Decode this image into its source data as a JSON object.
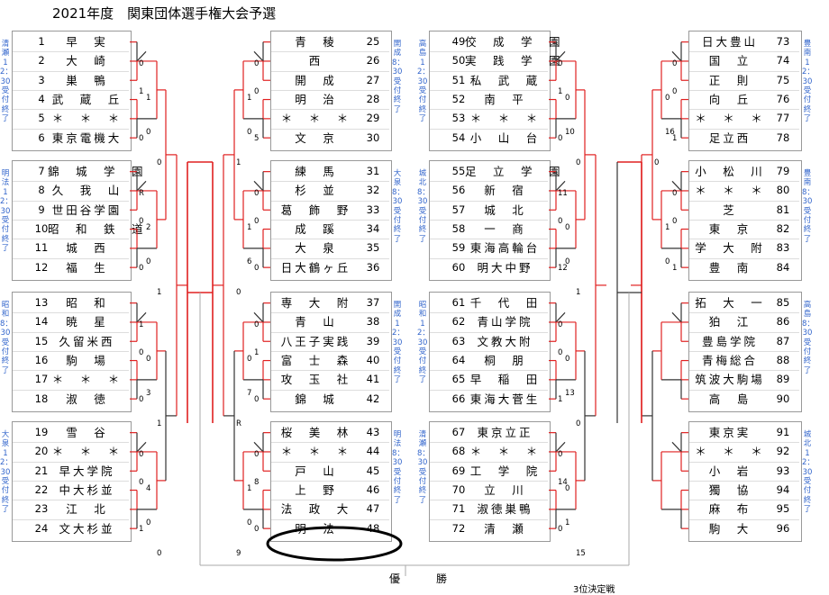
{
  "title": "2021年度　関東団体選手権大会予選",
  "final_label": "優　勝",
  "footer_note": "3位決定戦",
  "blocks": [
    {
      "side": "清瀬　12：30受付終了",
      "teams": [
        [
          "1",
          "早　実"
        ],
        [
          "2",
          "大　崎"
        ],
        [
          "3",
          "巣　鴨"
        ],
        [
          "4",
          "武　蔵　丘"
        ],
        [
          "5",
          "＊　＊　＊"
        ],
        [
          "6",
          "東京電機大"
        ]
      ]
    },
    {
      "side": "明法　12：30受付終了",
      "teams": [
        [
          "7",
          "錦　城　学　園"
        ],
        [
          "8",
          "久　我　山"
        ],
        [
          "9",
          "世田谷学園"
        ],
        [
          "10",
          "昭　和　鉄　道"
        ],
        [
          "11",
          "城　西"
        ],
        [
          "12",
          "福　生"
        ]
      ]
    },
    {
      "side": "昭和　8：30受付終了",
      "teams": [
        [
          "13",
          "昭　和"
        ],
        [
          "14",
          "暁　星"
        ],
        [
          "15",
          "久留米西"
        ],
        [
          "16",
          "駒　場"
        ],
        [
          "17",
          "＊　＊　＊"
        ],
        [
          "18",
          "淑　徳"
        ]
      ]
    },
    {
      "side": "大泉　12：30受付終了",
      "teams": [
        [
          "19",
          "雪　谷"
        ],
        [
          "20",
          "＊　＊　＊"
        ],
        [
          "21",
          "早大学院"
        ],
        [
          "22",
          "中大杉並"
        ],
        [
          "23",
          "江　北"
        ],
        [
          "24",
          "文大杉並"
        ]
      ]
    },
    {
      "side": "開成　8：30受付終了",
      "teams": [
        [
          "青　稜",
          "25"
        ],
        [
          "西",
          "26"
        ],
        [
          "開　成",
          "27"
        ],
        [
          "明　治",
          "28"
        ],
        [
          "＊　＊　＊",
          "29"
        ],
        [
          "文　京",
          "30"
        ]
      ]
    },
    {
      "side": "大泉　8：30受付終了",
      "teams": [
        [
          "練　馬",
          "31"
        ],
        [
          "杉　並",
          "32"
        ],
        [
          "葛　飾　野",
          "33"
        ],
        [
          "成　蹊",
          "34"
        ],
        [
          "大　泉",
          "35"
        ],
        [
          "日大鶴ヶ丘",
          "36"
        ]
      ]
    },
    {
      "side": "開成　12：30受付終了",
      "teams": [
        [
          "専　大　附",
          "37"
        ],
        [
          "青　山",
          "38"
        ],
        [
          "八王子実践",
          "39"
        ],
        [
          "富　士　森",
          "40"
        ],
        [
          "攻　玉　社",
          "41"
        ],
        [
          "錦　城",
          "42"
        ]
      ]
    },
    {
      "side": "明法　8：30受付終了",
      "teams": [
        [
          "桜　美　林",
          "43"
        ],
        [
          "＊　＊　＊",
          "44"
        ],
        [
          "戸　山",
          "45"
        ],
        [
          "上　野",
          "46"
        ],
        [
          "法　政　大",
          "47"
        ],
        [
          "明　法",
          "48"
        ]
      ]
    },
    {
      "side": "高島　12：30受付終了",
      "teams": [
        [
          "49",
          "佼　成　学　園"
        ],
        [
          "50",
          "実　践　学　園"
        ],
        [
          "51",
          "私　武　蔵"
        ],
        [
          "52",
          "南　平"
        ],
        [
          "53",
          "＊　＊　＊"
        ],
        [
          "54",
          "小　山　台"
        ]
      ]
    },
    {
      "side": "城北　8：30受付終了",
      "teams": [
        [
          "55",
          "足　立　学　園"
        ],
        [
          "56",
          "新　宿"
        ],
        [
          "57",
          "城　北"
        ],
        [
          "58",
          "一　商"
        ],
        [
          "59",
          "東海高輪台"
        ],
        [
          "60",
          "明大中野"
        ]
      ]
    },
    {
      "side": "昭和　12：30受付終了",
      "teams": [
        [
          "61",
          "千　代　田"
        ],
        [
          "62",
          "青山学院"
        ],
        [
          "63",
          "文教大附"
        ],
        [
          "64",
          "桐　朋"
        ],
        [
          "65",
          "早　稲　田"
        ],
        [
          "66",
          "東海大菅生"
        ]
      ]
    },
    {
      "side": "清瀬　8：30受付終了",
      "teams": [
        [
          "67",
          "東京立正"
        ],
        [
          "68",
          "＊　＊　＊"
        ],
        [
          "69",
          "工　学　院"
        ],
        [
          "70",
          "立　川"
        ],
        [
          "71",
          "淑徳巣鴨"
        ],
        [
          "72",
          "清　瀬"
        ]
      ]
    },
    {
      "side": "豊南　12：30受付終了",
      "teams": [
        [
          "日大豊山",
          "73"
        ],
        [
          "国　立",
          "74"
        ],
        [
          "正　則",
          "75"
        ],
        [
          "向　丘",
          "76"
        ],
        [
          "＊　＊　＊",
          "77"
        ],
        [
          "足立西",
          "78"
        ]
      ]
    },
    {
      "side": "豊南　8：30受付終了",
      "teams": [
        [
          "小　松　川",
          "79"
        ],
        [
          "＊　＊　＊",
          "80"
        ],
        [
          "芝",
          "81"
        ],
        [
          "東　京",
          "82"
        ],
        [
          "学　大　附",
          "83"
        ],
        [
          "豊　南",
          "84"
        ]
      ]
    },
    {
      "side": "高島　8：30受付終了",
      "teams": [
        [
          "拓　大　一",
          "85"
        ],
        [
          "狛　江",
          "86"
        ],
        [
          "豊島学院",
          "87"
        ],
        [
          "青梅総合",
          "88"
        ],
        [
          "筑波大駒場",
          "89"
        ],
        [
          "高　島",
          "90"
        ]
      ]
    },
    {
      "side": "城北　12：30受付終了",
      "teams": [
        [
          "東京実",
          "91"
        ],
        [
          "＊　＊　＊",
          "92"
        ],
        [
          "小　岩",
          "93"
        ],
        [
          "獨　協",
          "94"
        ],
        [
          "麻　布",
          "95"
        ],
        [
          "駒　大",
          "96"
        ]
      ]
    }
  ],
  "scores": [
    "0",
    "1",
    "1",
    "0",
    "0",
    "0",
    "R",
    "0",
    "2",
    "0",
    "0",
    "1",
    "1",
    "0",
    "0",
    "3",
    "0",
    "1",
    "0",
    "0",
    "4",
    "0",
    "1",
    "0",
    "0",
    "0",
    "1",
    "0",
    "5",
    "1",
    "0",
    "0",
    "1",
    "6",
    "0",
    "0",
    "0",
    "1",
    "0",
    "7",
    "0",
    "R",
    "0",
    "8",
    "1",
    "0",
    "0",
    "9",
    "0",
    "1",
    "0",
    "10",
    "0",
    "0",
    "11",
    "0",
    "0",
    "0",
    "12",
    "1",
    "0",
    "0",
    "0",
    "13",
    "1",
    "0",
    "0",
    "14",
    "0",
    "1",
    "0",
    "15",
    "0",
    "0",
    "0",
    "16",
    "1",
    "0",
    "0",
    "0",
    "1",
    "0",
    "1"
  ]
}
